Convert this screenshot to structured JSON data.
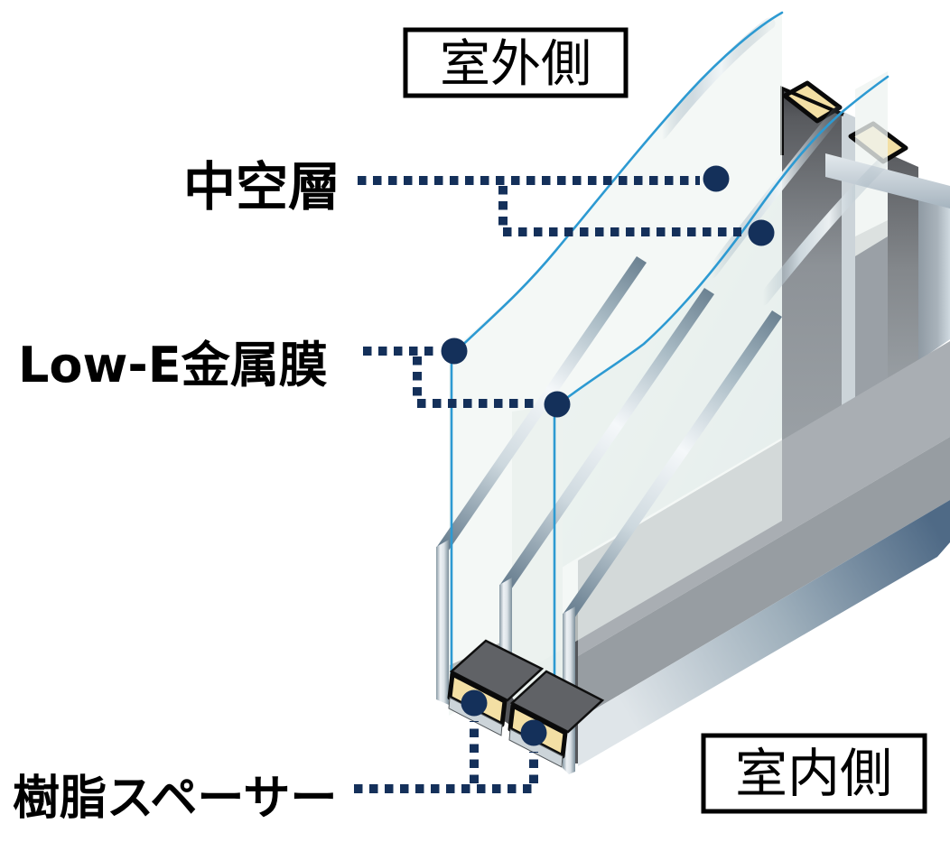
{
  "diagram": {
    "title": "Triple glazing cross-section diagram",
    "side_labels": {
      "outdoor": "室外側",
      "indoor": "室内側"
    },
    "callouts": {
      "air_layer": "中空層",
      "low_e_film": "Low-E金属膜",
      "resin_spacer": "樹脂スペーサー"
    },
    "colors": {
      "leader_navy": "#14305a",
      "film_blue": "#2d9ad2",
      "spacer_tan": "#f3dfa4",
      "spacer_dark": "#606266",
      "glass_pale": "#eef4f0",
      "frame_gray": "#a9aeb3",
      "cavity_dark": "#55575b",
      "outline_black": "#000000",
      "background": "#ffffff"
    },
    "marker_count": {
      "air_layer_points": 2,
      "low_e_points": 2,
      "spacer_points": 2
    }
  }
}
